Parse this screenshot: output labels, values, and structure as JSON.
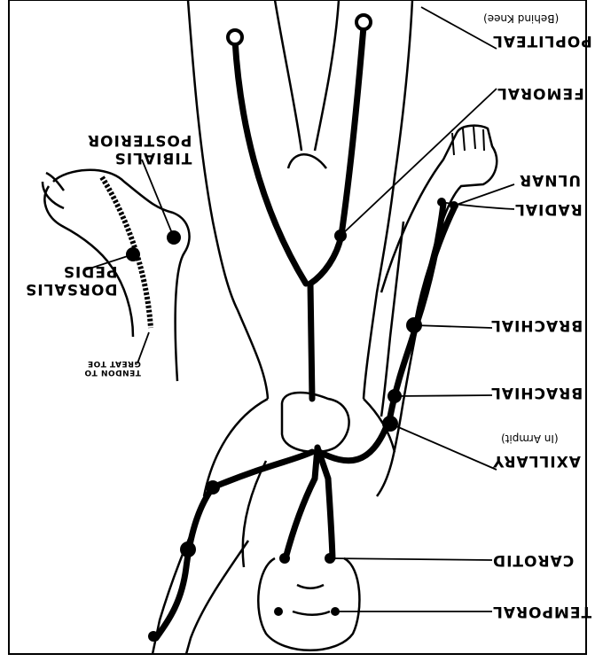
{
  "labels": {
    "popliteal": "POPLITEAL",
    "popliteal_note": "(Behind Knee)",
    "femoral": "FEMORAL",
    "ulnar": "ULNAR",
    "radial": "RADIAL",
    "brachial_1": "BRACHIAL",
    "brachial_2": "BRACHIAL",
    "axillary": "AXILLARY",
    "axillary_note": "(In Armpit)",
    "carotid": "CAROTID",
    "temporal": "TEMPORAL",
    "posterior": "POSTERIOR",
    "tibialis": "TIBIALIS",
    "dorsalis": "DORSALIS",
    "pedis": "PEDIS",
    "tendon_to": "TENDON TO",
    "great_toe": "GREAT TOE"
  }
}
